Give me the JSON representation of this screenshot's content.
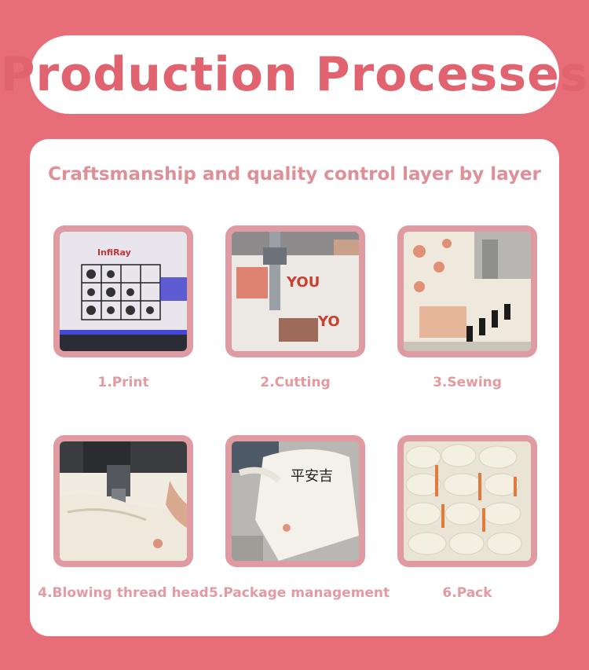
{
  "header": {
    "title": "Production Processes"
  },
  "card": {
    "subtitle": "Craftsmanship and quality control layer by layer",
    "steps": [
      {
        "label": "1.Print",
        "photo_icon": "print-photo-icon",
        "printed_brand": "InfiRay"
      },
      {
        "label": "2.Cutting",
        "photo_icon": "cutting-photo-icon"
      },
      {
        "label": "3.Sewing",
        "photo_icon": "sewing-photo-icon"
      },
      {
        "label": "4.Blowing thread head",
        "photo_icon": "heat-gun-photo-icon"
      },
      {
        "label": "5.Package management",
        "photo_icon": "bag-photo-icon",
        "printed_text": "平安吉"
      },
      {
        "label": "6.Pack",
        "photo_icon": "bundles-photo-icon"
      }
    ]
  },
  "colors": {
    "background": "#e76d79",
    "title": "#e0636f",
    "subtitle": "#df8f97",
    "frame": "#e09ba2",
    "label": "#e39aa1"
  }
}
